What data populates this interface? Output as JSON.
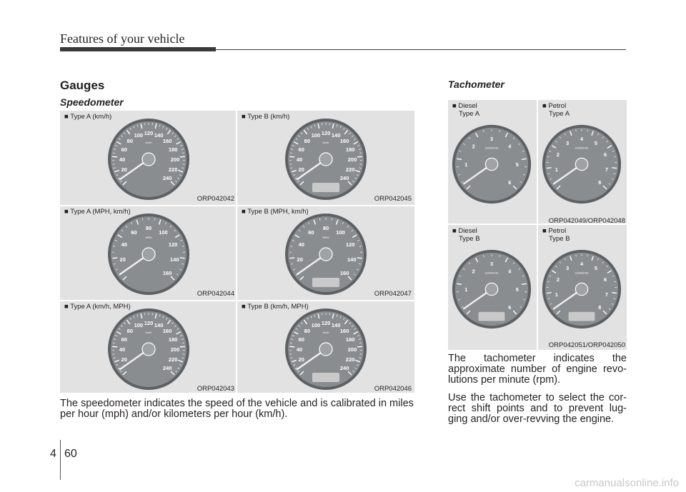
{
  "header": {
    "title": "Features of your vehicle"
  },
  "section": {
    "title": "Gauges"
  },
  "speedometer": {
    "title": "Speedometer",
    "cells": [
      {
        "label": "Type A (km/h)",
        "code": "ORP042042",
        "kind": "kmh",
        "display": false
      },
      {
        "label": "Type B (km/h)",
        "code": "ORP042045",
        "kind": "kmh",
        "display": true
      },
      {
        "label": "Type A (MPH, km/h)",
        "code": "ORP042044",
        "kind": "mph",
        "display": false
      },
      {
        "label": "Type B (MPH, km/h)",
        "code": "ORP042047",
        "kind": "mph",
        "display": true
      },
      {
        "label": "Type A (km/h, MPH)",
        "code": "ORP042043",
        "kind": "kmhmph",
        "display": false
      },
      {
        "label": "Type B (km/h, MPH)",
        "code": "ORP042046",
        "kind": "kmhmph",
        "display": true
      }
    ],
    "scales": {
      "kmh": {
        "labels": [
          "20",
          "40",
          "60",
          "80",
          "100",
          "120",
          "140",
          "160",
          "180",
          "200",
          "220",
          "240"
        ],
        "unit": "km/h"
      },
      "mph": {
        "labels": [
          "20",
          "40",
          "60",
          "80",
          "100",
          "120",
          "140",
          "160"
        ],
        "unit": "MPH"
      },
      "kmhmph": {
        "labels": [
          "20",
          "40",
          "60",
          "80",
          "100",
          "120",
          "140",
          "160",
          "180",
          "200",
          "220",
          "240"
        ],
        "unit": "km/h"
      }
    },
    "description": "The speedometer indicates the speed of the vehicle and is calibrated in miles per hour (mph) and/or kilometers per hour (km/h)."
  },
  "tachometer": {
    "title": "Tachometer",
    "cells": [
      {
        "label1": "Diesel",
        "label2": "Type A",
        "kind": "diesel",
        "display": false
      },
      {
        "label1": "Petrol",
        "label2": "Type A",
        "kind": "petrol",
        "display": false
      },
      {
        "label1": "Diesel",
        "label2": "Type B",
        "kind": "diesel",
        "display": true
      },
      {
        "label1": "Petrol",
        "label2": "Type B",
        "kind": "petrol",
        "display": true
      }
    ],
    "codes": [
      "ORP042049/ORP042048",
      "ORP042051/ORP042050"
    ],
    "scales": {
      "diesel": {
        "labels": [
          "1",
          "2",
          "3",
          "4",
          "5",
          "6"
        ],
        "unit": "x1000r/min"
      },
      "petrol": {
        "labels": [
          "1",
          "2",
          "3",
          "4",
          "5",
          "6",
          "7",
          "8"
        ],
        "unit": "x1000r/min"
      }
    },
    "paragraphs": [
      {
        "lines": [
          "The tachometer indicates the",
          "approximate number of engine revo-",
          "lutions per minute (rpm)."
        ]
      },
      {
        "lines": [
          "Use the tachometer to select the cor-",
          "rect shift points and to prevent lug-",
          "ging and/or over-revving the engine."
        ]
      }
    ]
  },
  "page": {
    "section_number": "4",
    "page_number": "60"
  },
  "watermark": "carmanualsonline.info",
  "colors": {
    "text": "#231f20",
    "panel": "#e2e2e2",
    "gauge_face": "#8a8d90",
    "watermark": "#c8c8c8"
  }
}
